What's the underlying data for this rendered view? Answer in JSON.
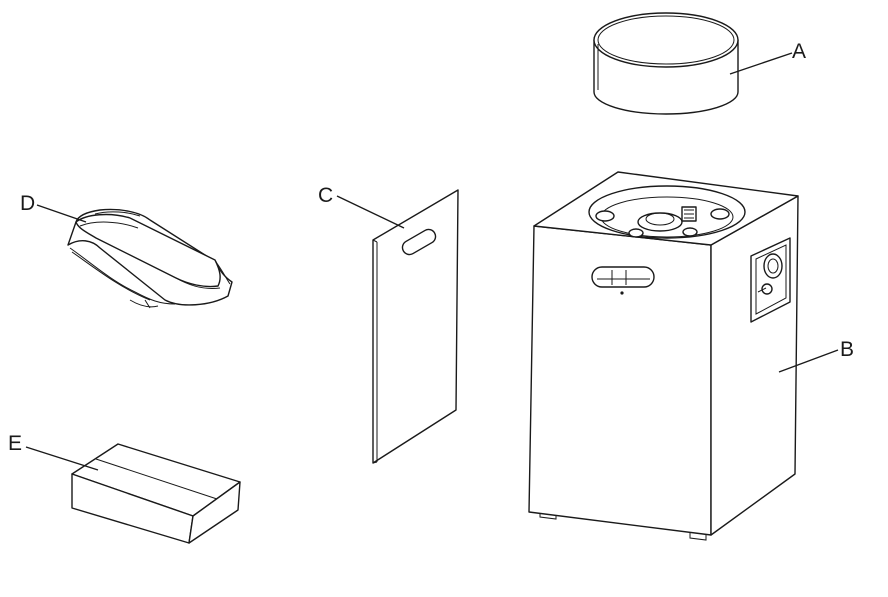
{
  "labels": {
    "a": "A",
    "b": "B",
    "c": "C",
    "d": "D",
    "e": "E"
  },
  "colors": {
    "line": "#1a1a1a",
    "fill": "#ffffff"
  }
}
